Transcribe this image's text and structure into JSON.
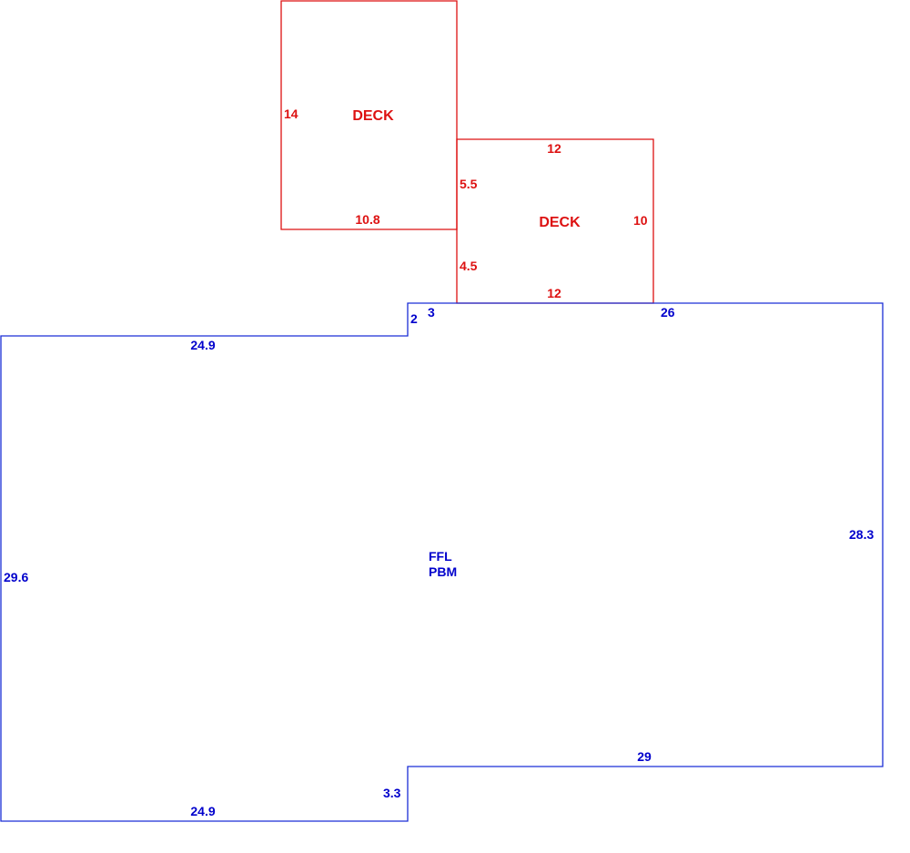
{
  "colors": {
    "house_outline": "#1a2ed6",
    "house_text": "#0000cc",
    "deck_outline": "#dd1111",
    "deck_text": "#dd1111",
    "background": "#ffffff"
  },
  "house": {
    "labels": {
      "line1": "FFL",
      "line2": "PBM"
    },
    "dimensions": {
      "top_left": "24.9",
      "notch_vertical": "2",
      "notch_horizontal": "3",
      "top_right": "26",
      "right": "28.3",
      "bottom_right": "29",
      "bottom_step": "3.3",
      "bottom_left": "24.9",
      "left": "29.6"
    }
  },
  "deck_upper": {
    "label": "DECK",
    "dimensions": {
      "left": "14",
      "bottom": "10.8"
    }
  },
  "deck_lower": {
    "label": "DECK",
    "dimensions": {
      "top": "12",
      "left_upper": "5.5",
      "left_lower": "4.5",
      "right": "10",
      "bottom": "12"
    }
  }
}
